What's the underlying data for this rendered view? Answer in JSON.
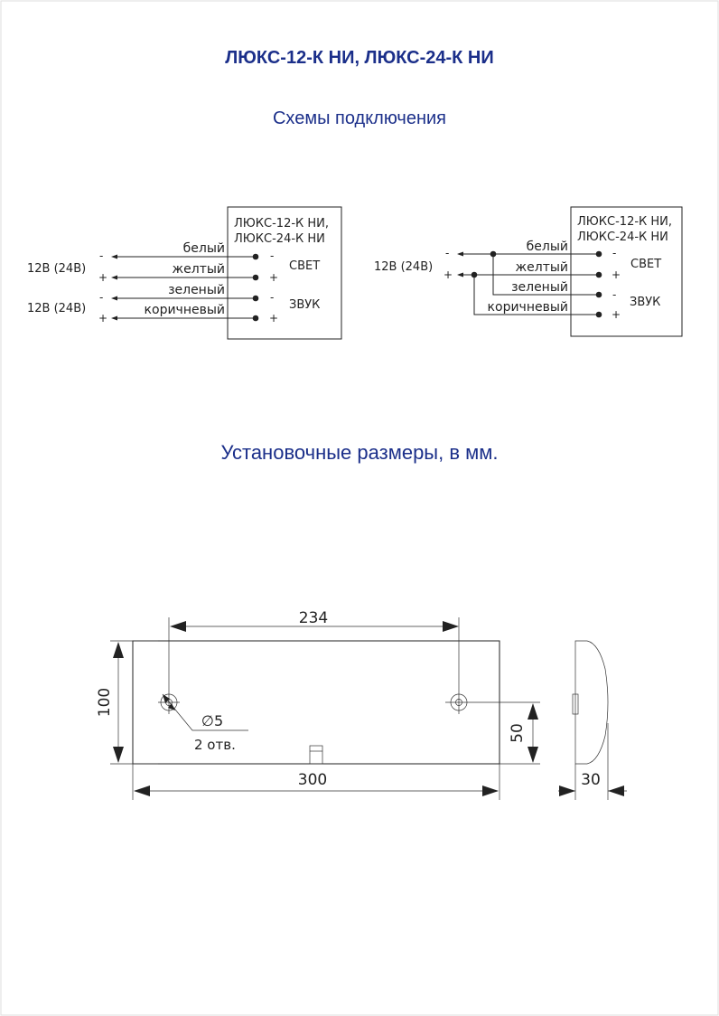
{
  "header": {
    "title": "ЛЮКС-12-К НИ, ЛЮКС-24-К НИ",
    "wiring_heading": "Схемы подключения",
    "dimensions_heading": "Установочные размеры, в мм."
  },
  "colors": {
    "heading": "#1b2f8a",
    "lines": "#222222"
  },
  "device": {
    "line1": "ЛЮКС-12-К НИ,",
    "line2": "ЛЮКС-24-К НИ",
    "light": "СВЕТ",
    "sound": "ЗВУК"
  },
  "wires": {
    "white": "белый",
    "yellow": "желтый",
    "green": "зеленый",
    "brown": "коричневый"
  },
  "power": "12В (24В)",
  "signs": {
    "minus": "-",
    "plus": "+"
  },
  "dimensions": {
    "holes_spacing": "234",
    "height": "100",
    "length": "300",
    "hole_height": "50",
    "depth": "30",
    "hole_diameter": "∅5",
    "hole_count": "2 отв."
  }
}
